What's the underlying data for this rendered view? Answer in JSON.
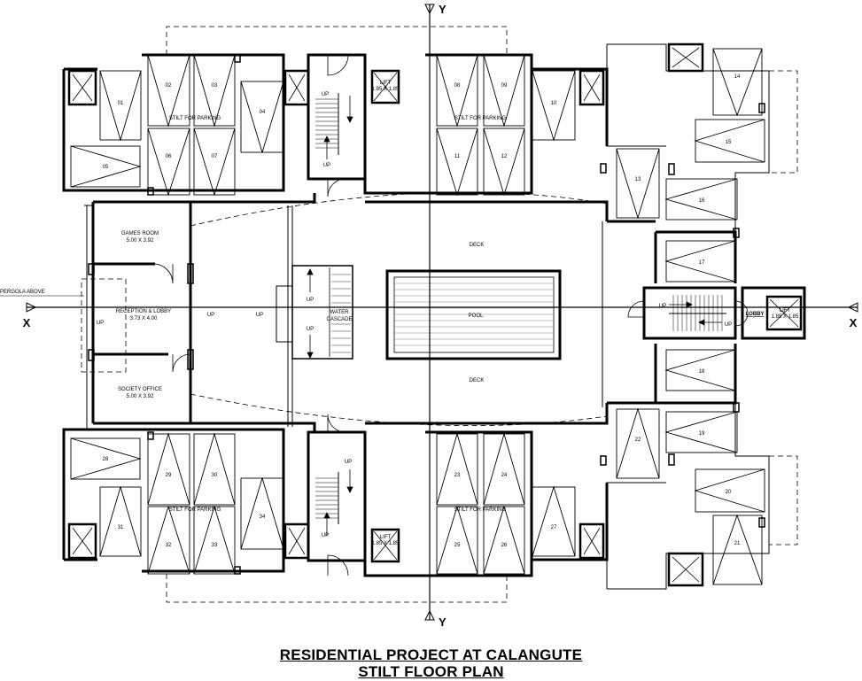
{
  "title": {
    "line1": "RESIDENTIAL PROJECT AT CALANGUTE",
    "line2": "STILT FLOOR PLAN"
  },
  "axes": {
    "x_left": "X",
    "x_right": "X",
    "y_top": "Y",
    "y_bottom": "Y"
  },
  "rooms": {
    "games_room": {
      "name": "GAMES ROOM",
      "size": "5.00 X 3.92"
    },
    "reception": {
      "name": "RECEPTION & LOBBY",
      "size": "3.73 X 4.00"
    },
    "society_office": {
      "name": "SOCIETY OFFICE",
      "size": "5.00 X 3.92"
    },
    "pool": "POOL",
    "deck_top": "DECK",
    "deck_bottom": "DECK",
    "water_cascade_1": "WATER",
    "water_cascade_2": "CASCADE",
    "lobby": "LOBBY",
    "pergola": "PERGOLA ABOVE"
  },
  "stilt_labels": [
    "STILT FOR PARKING",
    "STILT FOR PARKING",
    "STILT FOR PARKING",
    "STILT FOR PARKING"
  ],
  "lifts": [
    {
      "name": "LIFT",
      "size": "1.85 X 1.85"
    },
    {
      "name": "LIFT",
      "size": "1.85 X 1.85"
    },
    {
      "name": "LIFT",
      "size": "1.85 X 1.85"
    }
  ],
  "up_label": "UP",
  "parking_numbers": [
    "01",
    "02",
    "03",
    "04",
    "05",
    "06",
    "07",
    "08",
    "09",
    "10",
    "11",
    "12",
    "13",
    "14",
    "15",
    "16",
    "17",
    "18",
    "19",
    "20",
    "21",
    "22",
    "23",
    "24",
    "25",
    "26",
    "27",
    "28",
    "29",
    "30",
    "31",
    "32",
    "33",
    "34"
  ]
}
